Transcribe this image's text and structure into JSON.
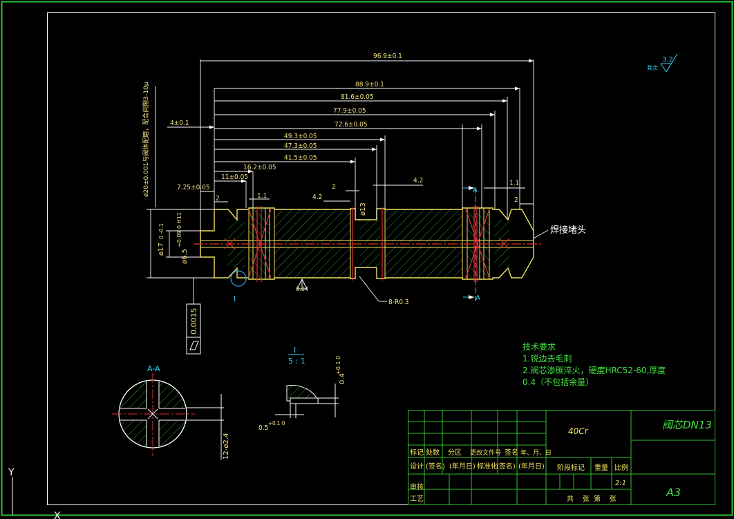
{
  "colors": {
    "background": "#000000",
    "frame": "#ffffff",
    "outer_frame": "#30c030",
    "part_outline": "#f0e060",
    "hatch": "#30a030",
    "center_line": "#e03030",
    "dimension": "#f0e080",
    "cyan": "#30d0f0"
  },
  "dimensions": {
    "d96_9": "96.9±0.1",
    "d88_9": "88.9±0.1",
    "d81_6": "81.6±0.05",
    "d77_9": "77.9±0.05",
    "d72_6": "72.6±0.05",
    "d49_3": "49.3±0.05",
    "d47_3": "47.3±0.05",
    "d41_5": "41.5±0.05",
    "d16_2": "16.2±0.05",
    "d11": "11±0.05",
    "d7_25": "7.25±0.05",
    "d4": "4±0.1",
    "d2a": "2",
    "d1_1a": "1.1",
    "d4_2a": "4.2",
    "d2b": "2",
    "d4_2b": "4.2",
    "d1_1b": "1.1",
    "d2c": "2",
    "d13": "ø13",
    "vertical_note": "ø20±0.001与阀体配磨，配合间隙3-10μ",
    "dia17": "ø17",
    "dia17_tol": "0 -0.1",
    "dia6_5": "ø6.5",
    "dia6_5_tol": "+0.09 0 H11",
    "flatness": "0.0015",
    "flat_ref": "0.04",
    "radius": "8-R0.3",
    "detail_mark": "I",
    "section_a_top": "A",
    "section_a_bottom": "A",
    "weld_plug": "焊接堵头"
  },
  "section": {
    "title": "A-A",
    "dim": "12-ø2.4"
  },
  "detail": {
    "label": "I",
    "scale": "5 : 1",
    "dim_height": "0.4",
    "dim_height_tol": "+0.1 0",
    "dim_width": "0.5",
    "dim_width_tol": "+0.1 0"
  },
  "roughness": {
    "value": "3.2",
    "label": "其余"
  },
  "tech_requirements": {
    "title": "技术要求",
    "lines": [
      "1.锐边去毛刺",
      "2.阀芯渗碳淬火，硬度HRC52-60,厚度",
      "0.4（不包括余量）"
    ]
  },
  "title_block": {
    "material": "40Cr",
    "part_name": "阀芯DN13",
    "sheet_size": "A3",
    "scale": "2:1",
    "headers": {
      "mark": "标记",
      "count": "处数",
      "zone": "分区",
      "change_doc": "更改文件号",
      "signature": "签名",
      "date": "年、月、日",
      "design": "设计",
      "sign1": "(签名)",
      "date1": "(年月日)",
      "standard": "标准化",
      "sign2": "(签名)",
      "date2": "(年月日)",
      "stage": "阶段标记",
      "weight": "重量",
      "ratio": "比例",
      "review": "审核",
      "process": "工艺",
      "sheets": "共    张  第    张"
    }
  },
  "ucs": {
    "y": "Y",
    "x": "X"
  }
}
